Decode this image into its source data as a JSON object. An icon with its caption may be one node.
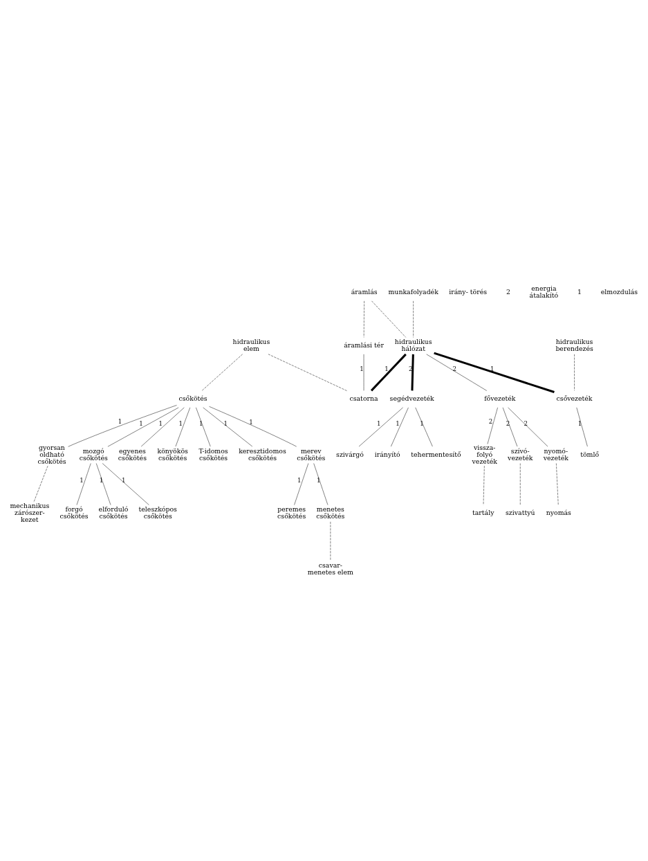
{
  "diagram": {
    "nodes": [
      {
        "text": [
          "munkafolyadék"
        ]
      },
      {
        "text": [
          "áramlás"
        ]
      },
      {
        "text": [
          "hidraulikus hálózat"
        ]
      },
      {
        "text": [
          "áramlási tér"
        ]
      },
      {
        "text": [
          "hidraulikus elem"
        ]
      },
      {
        "text": [
          "hidraulikus berendezés"
        ]
      },
      {
        "text": [
          "csatorna"
        ]
      },
      {
        "text": [
          "csőkötés"
        ]
      },
      {
        "text": [
          "irány- törés"
        ]
      },
      {
        "text": [
          "fővezeték"
        ]
      },
      {
        "text": [
          "segédvezeték"
        ]
      },
      {
        "text": [
          "csővezeték"
        ]
      },
      {
        "text": [
          "szívó- vezeték"
        ]
      },
      {
        "text": [
          "nyomó- vezeték"
        ]
      },
      {
        "text": [
          "vissza- folyó vezeték"
        ]
      },
      {
        "text": [
          "tömlő"
        ]
      },
      {
        "text": [
          "szivattyú"
        ]
      },
      {
        "text": [
          "nyomás"
        ]
      },
      {
        "text": [
          "tartály"
        ]
      },
      {
        "text": [
          "irányító"
        ]
      },
      {
        "text": [
          "tehermentesítő"
        ]
      },
      {
        "text": [
          "szivárgó"
        ]
      },
      {
        "text": [
          "gyorsan oldható csőkötés"
        ]
      },
      {
        "text": [
          "mozgó csőkötés"
        ]
      },
      {
        "text": [
          "egyenes csőkötés"
        ]
      },
      {
        "text": [
          "könyökös csőkötés"
        ]
      },
      {
        "text": [
          "T-idomos csőkötés"
        ]
      },
      {
        "text": [
          "keresztidomos csőkötés"
        ]
      },
      {
        "text": [
          "merev csőkötés"
        ]
      },
      {
        "text": [
          "mechanikus zárószer- kezet"
        ]
      },
      {
        "text": [
          "menetes csőkötés"
        ]
      },
      {
        "text": [
          "peremes csőkötés"
        ]
      },
      {
        "text": [
          "forgó csőkötés"
        ]
      },
      {
        "text": [
          "elforduló csőkötés"
        ]
      },
      {
        "text": [
          "teleszkópos csőkötés"
        ]
      },
      {
        "text": [
          "csavar- menetes elem"
        ]
      }
    ],
    "edges": [
      {
        "from": 0,
        "to": 2,
        "arrow": "none",
        "style": "dashed"
      },
      {
        "from": 1,
        "to": 2,
        "arrow": "none",
        "style": "dashed"
      },
      {
        "from": 1,
        "to": 3,
        "arrow": "none",
        "style": "dashed"
      },
      {
        "from": 3,
        "to": 6,
        "arrow": "none",
        "label": "1"
      },
      {
        "from": 2,
        "to": 9,
        "arrow": "none",
        "label": "2"
      },
      {
        "from": 2,
        "to": 10,
        "arrow": "none",
        "label": "2",
        "style": "thick"
      },
      {
        "from": 2,
        "to": 6,
        "arrow": "none",
        "label": "1",
        "style": "thick"
      },
      {
        "from": 2,
        "to": 11,
        "arrow": "none",
        "label": "1",
        "style": "thick"
      },
      {
        "from": 4,
        "to": 6,
        "arrow": "none",
        "style": "dashed"
      },
      {
        "from": 4,
        "to": 7,
        "arrow": "none",
        "style": "dashed"
      },
      {
        "from": 5,
        "to": 11,
        "arrow": "none",
        "style": "dashed"
      },
      {
        "from": 9,
        "to": 12,
        "arrow": "none",
        "label": "2"
      },
      {
        "from": 9,
        "to": 13,
        "arrow": "none",
        "label": "2"
      },
      {
        "from": 9,
        "to": 14,
        "arrow": "none",
        "label": "2"
      },
      {
        "from": 10,
        "to": 19,
        "arrow": "none",
        "label": "1"
      },
      {
        "from": 10,
        "to": 20,
        "arrow": "none",
        "label": "1"
      },
      {
        "from": 10,
        "to": 21,
        "arrow": "none",
        "label": "1"
      },
      {
        "from": 11,
        "to": 15,
        "arrow": "none",
        "label": "1"
      },
      {
        "from": 12,
        "to": 16,
        "arrow": "none",
        "style": "dashed"
      },
      {
        "from": 13,
        "to": 17,
        "arrow": "none",
        "style": "dashed"
      },
      {
        "from": 14,
        "to": 18,
        "arrow": "none",
        "style": "dashed"
      },
      {
        "from": 7,
        "to": 22,
        "arrow": "none",
        "label": "1"
      },
      {
        "from": 7,
        "to": 23,
        "arrow": "none",
        "label": "1"
      },
      {
        "from": 7,
        "to": 24,
        "arrow": "none",
        "label": "1"
      },
      {
        "from": 7,
        "to": 25,
        "arrow": "none",
        "label": "1"
      },
      {
        "from": 7,
        "to": 26,
        "arrow": "none",
        "label": "1"
      },
      {
        "from": 7,
        "to": 27,
        "arrow": "none",
        "label": "1"
      },
      {
        "from": 7,
        "to": 28,
        "arrow": "none",
        "label": "1"
      },
      {
        "from": 22,
        "to": 29,
        "arrow": "none",
        "style": "dashed"
      },
      {
        "from": 23,
        "to": 32,
        "arrow": "none",
        "label": "1"
      },
      {
        "from": 23,
        "to": 33,
        "arrow": "none",
        "label": "1"
      },
      {
        "from": 23,
        "to": 34,
        "arrow": "none",
        "label": "1"
      },
      {
        "from": 28,
        "to": 30,
        "arrow": "none",
        "label": "1"
      },
      {
        "from": 28,
        "to": 31,
        "arrow": "none",
        "label": "1"
      },
      {
        "from": 30,
        "to": 35,
        "arrow": "none",
        "style": "dashed"
      }
    ],
    "labels": [
      "2",
      "energia átalakító",
      "1",
      "elmozdulás"
    ]
  }
}
